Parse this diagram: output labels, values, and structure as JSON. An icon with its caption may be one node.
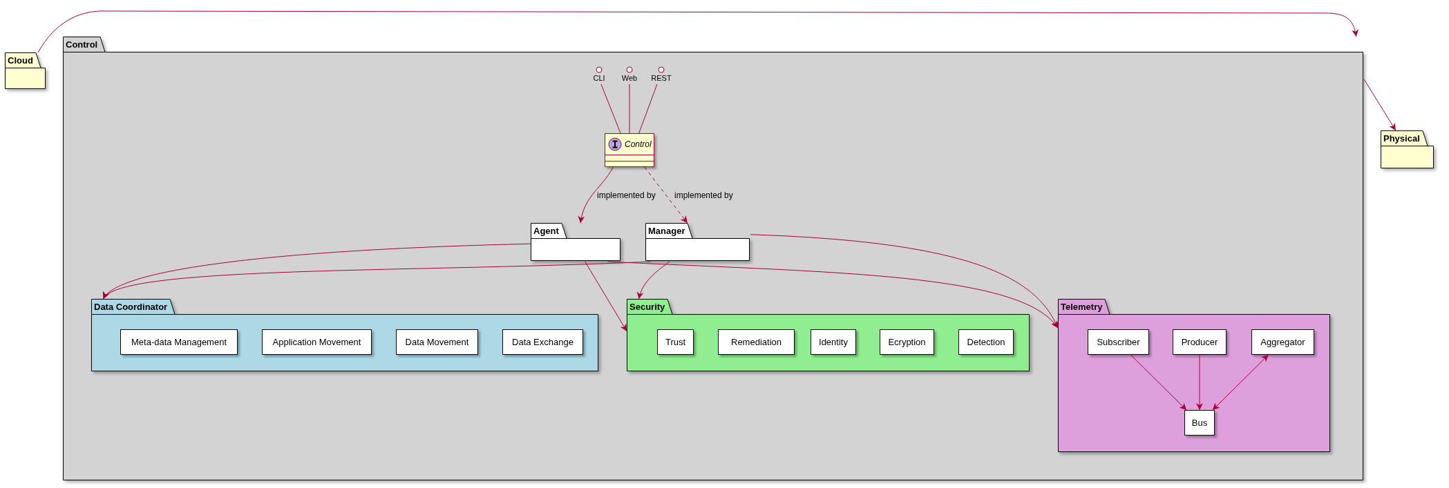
{
  "diagram": {
    "nodes": [
      {
        "text": [
          "Cloud"
        ]
      },
      {
        "text": [
          "Control"
        ]
      },
      {
        "text": [
          "Physical"
        ]
      },
      {
        "text": [
          "CLI"
        ],
        "in": 1
      },
      {
        "text": [
          "Web"
        ],
        "in": 1
      },
      {
        "text": [
          "REST"
        ],
        "in": 1
      },
      {
        "text": [
          "Control"
        ],
        "in": 1
      },
      {
        "text": [
          "Agent"
        ],
        "in": 1
      },
      {
        "text": [
          "Manager"
        ],
        "in": 1
      },
      {
        "text": [
          "Data Coordinator"
        ],
        "in": 1
      },
      {
        "text": [
          "Meta-data Management"
        ],
        "in": 9
      },
      {
        "text": [
          "Application Movement"
        ],
        "in": 9
      },
      {
        "text": [
          "Data Movement"
        ],
        "in": 9
      },
      {
        "text": [
          "Data Exchange"
        ],
        "in": 9
      },
      {
        "text": [
          "Security"
        ],
        "in": 1
      },
      {
        "text": [
          "Trust"
        ],
        "in": 14
      },
      {
        "text": [
          "Remediation"
        ],
        "in": 14
      },
      {
        "text": [
          "Identity"
        ],
        "in": 14
      },
      {
        "text": [
          "Ecryption"
        ],
        "in": 14
      },
      {
        "text": [
          "Detection"
        ],
        "in": 14
      },
      {
        "text": [
          "Telemetry"
        ],
        "in": 1
      },
      {
        "text": [
          "Subscriber"
        ],
        "in": 20
      },
      {
        "text": [
          "Producer"
        ],
        "in": 20
      },
      {
        "text": [
          "Aggregator"
        ],
        "in": 20
      },
      {
        "text": [
          "Bus"
        ],
        "in": 20
      }
    ],
    "edges": [
      {
        "from": 0,
        "to": 1,
        "arrow": "to"
      },
      {
        "from": 1,
        "to": 2,
        "arrow": "to"
      },
      {
        "from": 3,
        "to": 6,
        "arrow": "none"
      },
      {
        "from": 4,
        "to": 6,
        "arrow": "none"
      },
      {
        "from": 5,
        "to": 6,
        "arrow": "none"
      },
      {
        "from": 6,
        "to": 7,
        "arrow": "to",
        "label": "implemented by"
      },
      {
        "from": 6,
        "to": 8,
        "arrow": "to",
        "label": "implemented by",
        "style": "dashed"
      },
      {
        "from": 7,
        "to": 9,
        "arrow": "to"
      },
      {
        "from": 7,
        "to": 14,
        "arrow": "to"
      },
      {
        "from": 7,
        "to": 20,
        "arrow": "to"
      },
      {
        "from": 8,
        "to": 9,
        "arrow": "to"
      },
      {
        "from": 8,
        "to": 14,
        "arrow": "to"
      },
      {
        "from": 8,
        "to": 20,
        "arrow": "to"
      },
      {
        "from": 21,
        "to": 24,
        "arrow": "to"
      },
      {
        "from": 22,
        "to": 24,
        "arrow": "to"
      },
      {
        "from": 23,
        "to": 24,
        "arrow": "both"
      }
    ]
  }
}
